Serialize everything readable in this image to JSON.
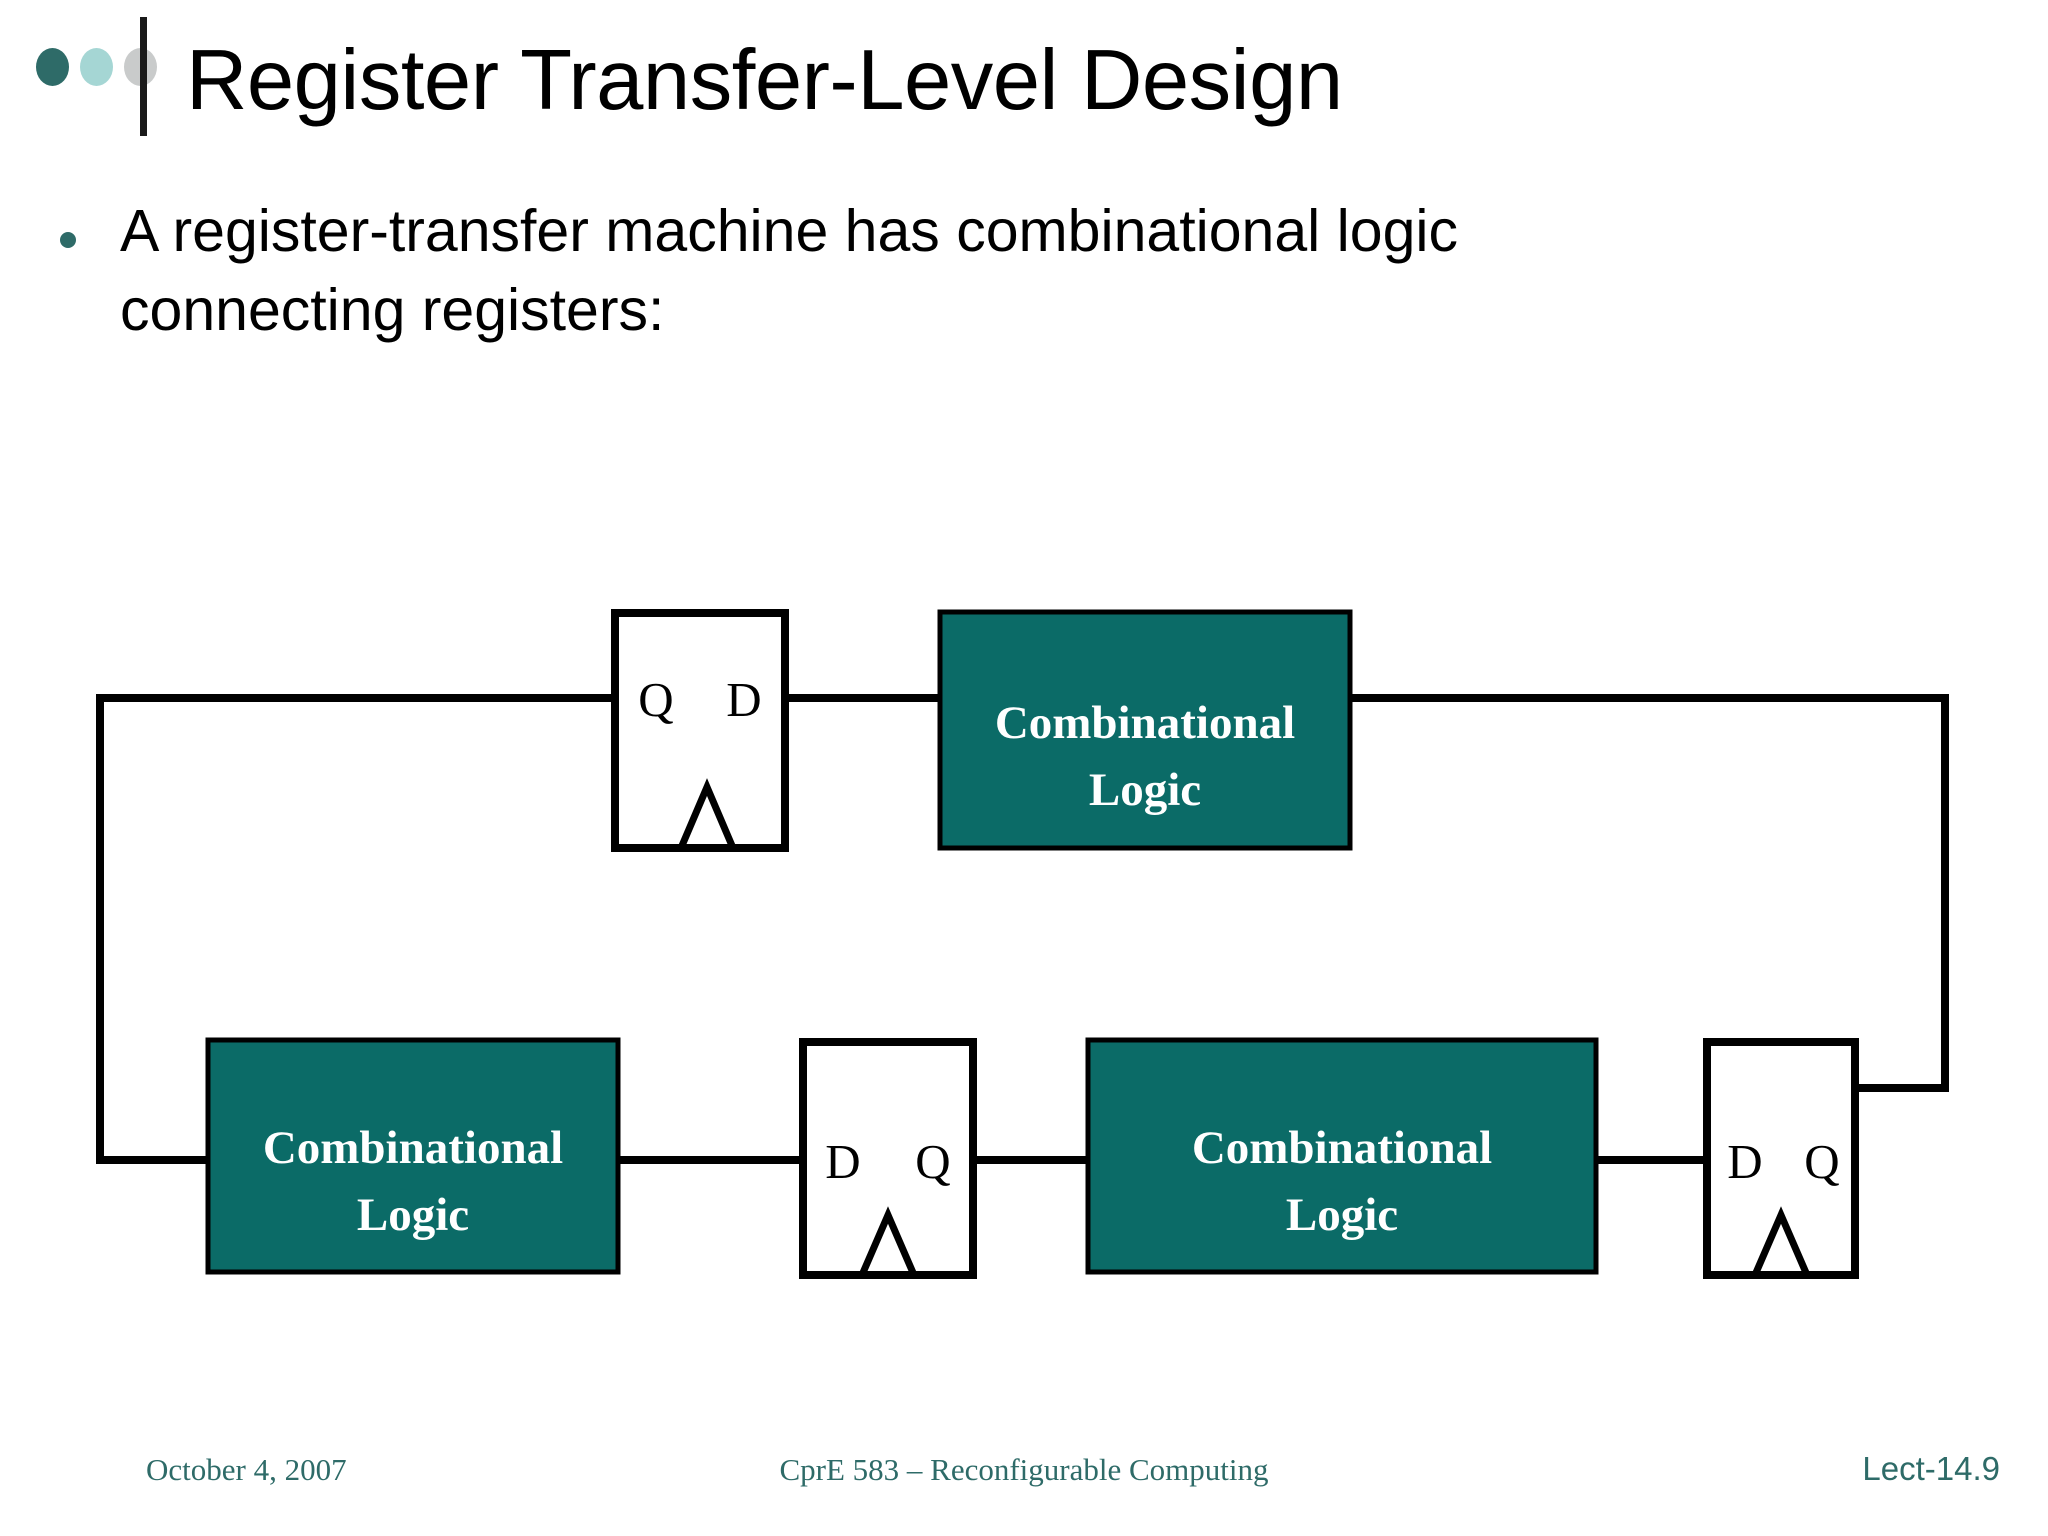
{
  "slide": {
    "title": "Register Transfer-Level Design",
    "background_color": "#FFFFFF"
  },
  "logo": {
    "dot_colors": [
      "#2E6B68",
      "#A5D6D4",
      "#C9CBCB"
    ],
    "bar_color": "#1A1A1A"
  },
  "body": {
    "bullets": [
      {
        "text": "A register-transfer machine has combinational logic connecting registers:",
        "marker_color": "#2E6B68"
      }
    ]
  },
  "diagram": {
    "accent_color": "#0B6B67",
    "wire_color": "#000000",
    "blocks": [
      {
        "id": "ff-top",
        "kind": "flip-flop",
        "left_label": "Q",
        "right_label": "D",
        "clock": true
      },
      {
        "id": "cl-top",
        "kind": "combinational-logic",
        "line1": "Combinational",
        "line2": "Logic"
      },
      {
        "id": "cl-bottom-left",
        "kind": "combinational-logic",
        "line1": "Combinational",
        "line2": "Logic"
      },
      {
        "id": "ff-bottom-mid",
        "kind": "flip-flop",
        "left_label": "D",
        "right_label": "Q",
        "clock": true
      },
      {
        "id": "cl-bottom-right",
        "kind": "combinational-logic",
        "line1": "Combinational",
        "line2": "Logic"
      },
      {
        "id": "ff-bottom-right",
        "kind": "flip-flop",
        "left_label": "D",
        "right_label": "Q",
        "clock": true
      }
    ]
  },
  "footer": {
    "date": "October 4, 2007",
    "course": "CprE 583 – Reconfigurable Computing",
    "lecture": "Lect-14.9",
    "color": "#2E6B68"
  }
}
